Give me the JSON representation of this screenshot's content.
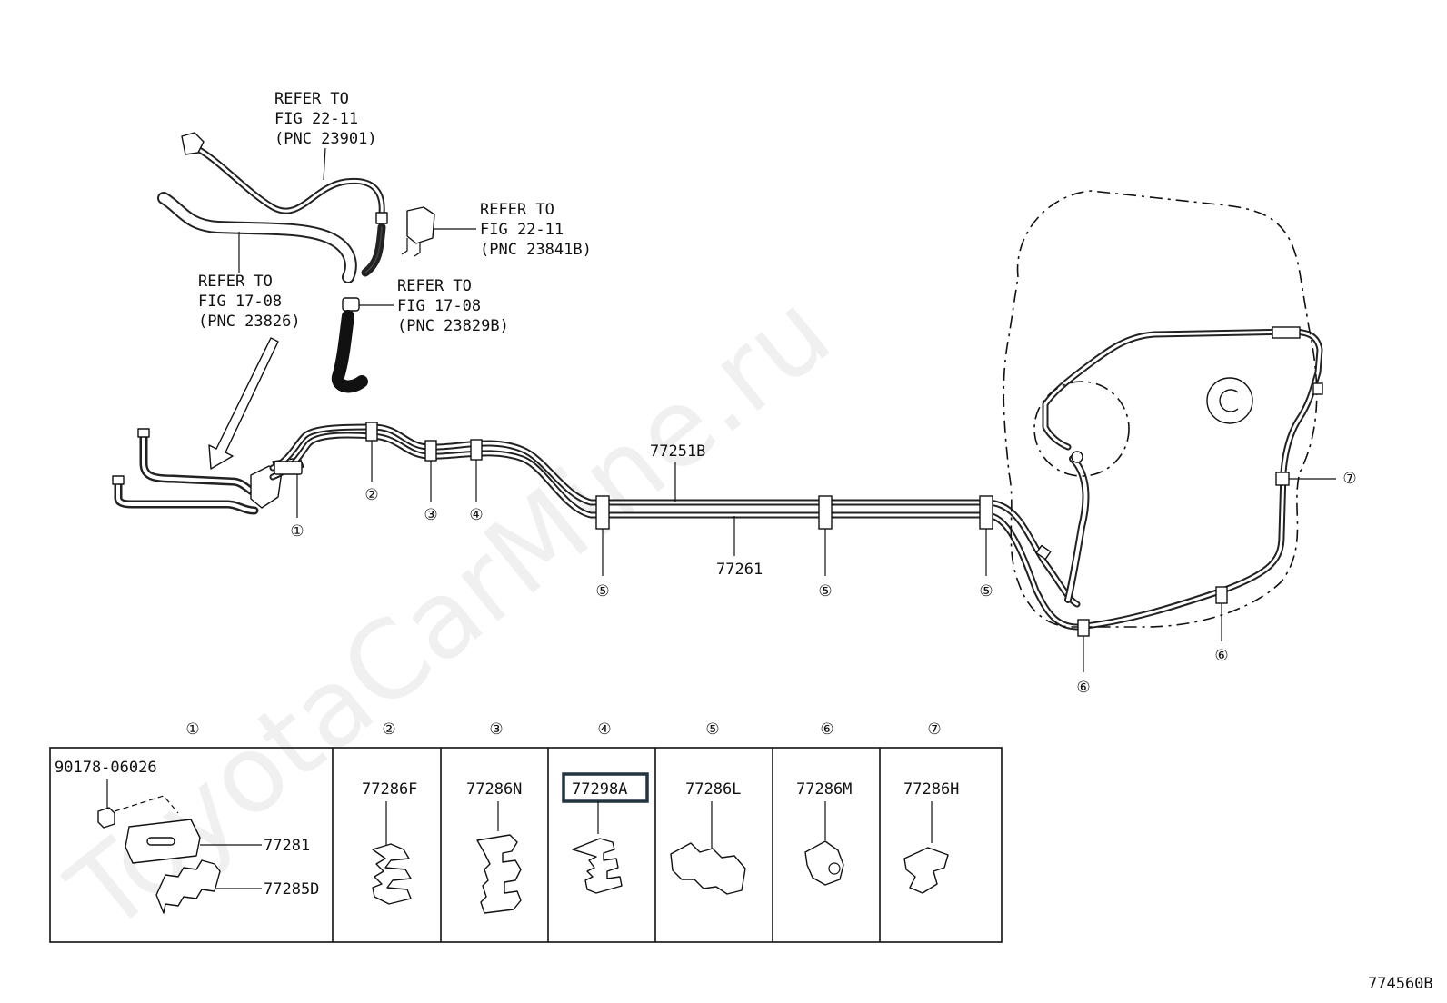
{
  "watermark": "ToyotaCarMine.ru",
  "figure_id": "774560B",
  "refs": {
    "ref1": [
      "REFER TO",
      "FIG 22-11",
      "(PNC 23901)"
    ],
    "ref2": [
      "REFER TO",
      "FIG 22-11",
      "(PNC 23841B)"
    ],
    "ref3": [
      "REFER TO",
      "FIG 17-08",
      "(PNC 23826)"
    ],
    "ref4": [
      "REFER TO",
      "FIG 17-08",
      "(PNC 23829B)"
    ]
  },
  "pipes": {
    "upper": "77251B",
    "lower": "77261"
  },
  "callouts": [
    {
      "label": "①"
    },
    {
      "label": "②"
    },
    {
      "label": "③"
    },
    {
      "label": "④"
    },
    {
      "label": "⑤"
    },
    {
      "label": "⑤"
    },
    {
      "label": "⑤"
    },
    {
      "label": "⑥"
    },
    {
      "label": "⑥"
    },
    {
      "label": "⑦"
    }
  ],
  "table": {
    "headers": [
      "①",
      "②",
      "③",
      "④",
      "⑤",
      "⑥",
      "⑦"
    ],
    "cell1_parts": [
      "90178-06026",
      "77281",
      "77285D"
    ],
    "parts": [
      "77286F",
      "77286N",
      "77298A",
      "77286L",
      "77286M",
      "77286H"
    ],
    "highlighted_part": "77298A"
  }
}
